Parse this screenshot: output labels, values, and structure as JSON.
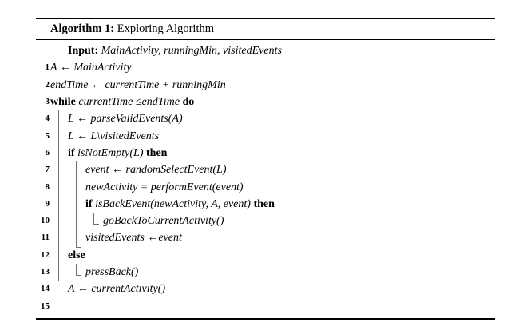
{
  "algorithm": {
    "caption_label": "Algorithm 1:",
    "caption_text": "Exploring Algorithm",
    "input_label": "Input:",
    "input_text": "MainActivity, runningMin, visitedEvents",
    "lines": [
      {
        "no": "1",
        "text": "A ← MainActivity"
      },
      {
        "no": "2",
        "text": "endTime ← currentTime + runningMin"
      },
      {
        "no": "3",
        "text": "while currentTime ≤endTime do"
      },
      {
        "no": "4",
        "text": "L ← parseValidEvents(A)"
      },
      {
        "no": "5",
        "text": "L ← L\\visitedEvents"
      },
      {
        "no": "6",
        "text": "if isNotEmpty(L) then"
      },
      {
        "no": "7",
        "text": "event ← randomSelectEvent(L)"
      },
      {
        "no": "8",
        "text": "newActivity = performEvent(event)"
      },
      {
        "no": "9",
        "text": "if isBackEvent(newActivity, A, event) then"
      },
      {
        "no": "10",
        "text": "goBackToCurrentActivity()"
      },
      {
        "no": "11",
        "text": "visitedEvents ←event"
      },
      {
        "no": "12",
        "text": "else"
      },
      {
        "no": "13",
        "text": "pressBack()"
      },
      {
        "no": "14",
        "text": "A ← currentActivity()"
      },
      {
        "no": "15",
        "text": ""
      }
    ],
    "keywords": {
      "while": "while",
      "do": "do",
      "if": "if",
      "then": "then",
      "else": "else"
    },
    "tokens": {
      "l1_var": "A",
      "l1_arrow": "←",
      "l1_val": "MainActivity",
      "l2_var": "endTime",
      "l2_arrow": "←",
      "l2_val": "currentTime + runningMin",
      "l3_cond": "currentTime ≤endTime",
      "l4_var": "L",
      "l4_arrow": "←",
      "l4_val": "parseValidEvents(A)",
      "l5_var": "L",
      "l5_arrow": "←",
      "l5_val": "L\\visitedEvents",
      "l6_cond": "isNotEmpty(L)",
      "l7_var": "event",
      "l7_arrow": "←",
      "l7_val": "randomSelectEvent(L)",
      "l8_expr": "newActivity = performEvent(event)",
      "l9_cond": "isBackEvent(newActivity, A, event)",
      "l10_call": "goBackToCurrentActivity()",
      "l11_var": "visitedEvents",
      "l11_arrow": "←",
      "l11_val": "event",
      "l13_call": "pressBack()",
      "l14_var": "A",
      "l14_arrow": "←",
      "l14_val": "currentActivity()"
    }
  },
  "colors": {
    "rule": "#000000",
    "guide": "#6f6f6f",
    "text": "#000000",
    "background": "#ffffff"
  }
}
